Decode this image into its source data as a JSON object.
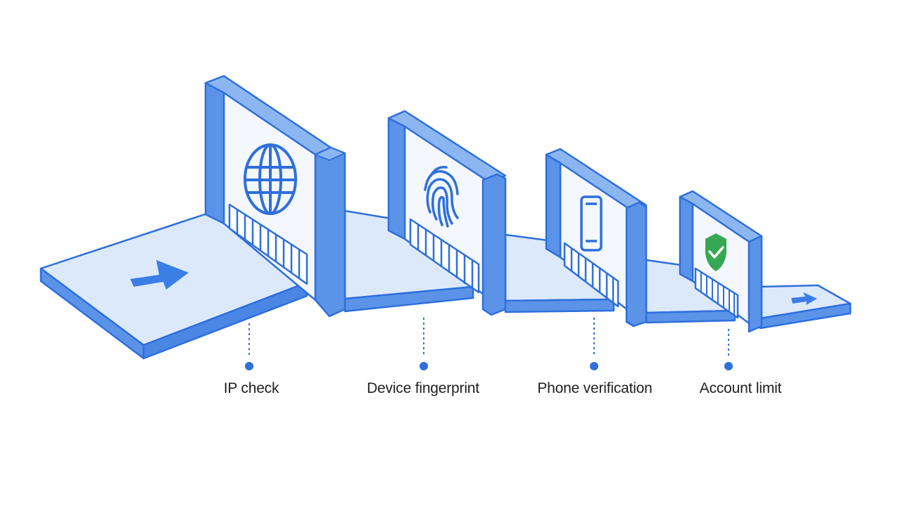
{
  "colors": {
    "edge": "#2e6fdc",
    "face": "#dce9fb",
    "face_white": "#f4f8fe",
    "side": "#5b93e8",
    "top": "#8cb6f2",
    "shield": "#36a853",
    "dot": "#2e6fdc"
  },
  "icons": {
    "entry": "arrow-right-icon",
    "exit": "arrow-right-icon",
    "gate1": "globe-icon",
    "gate2": "fingerprint-icon",
    "gate3": "smartphone-icon",
    "gate4": "shield-check-icon"
  },
  "labels": {
    "ip_check": "IP check",
    "device_fingerprint": "Device fingerprint",
    "phone_verification": "Phone verification",
    "account_limit": "Account limit"
  }
}
